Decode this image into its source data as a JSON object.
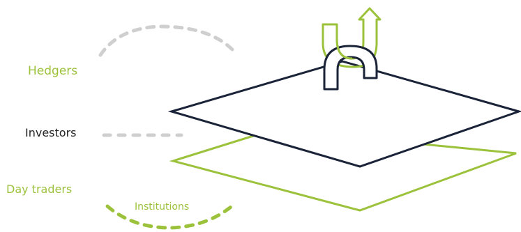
{
  "labels": {
    "hedgers": "Hedgers",
    "investors": "Investors",
    "day_traders": "Day traders",
    "institutions": "Institutions"
  },
  "colors": {
    "accent_green": "#9cc23c",
    "dark_navy": "#1b2338",
    "label_gray": "#222222",
    "dash_gray": "#cfcfcf"
  },
  "icons": {
    "connector": "interlocking-pipes-icon"
  }
}
